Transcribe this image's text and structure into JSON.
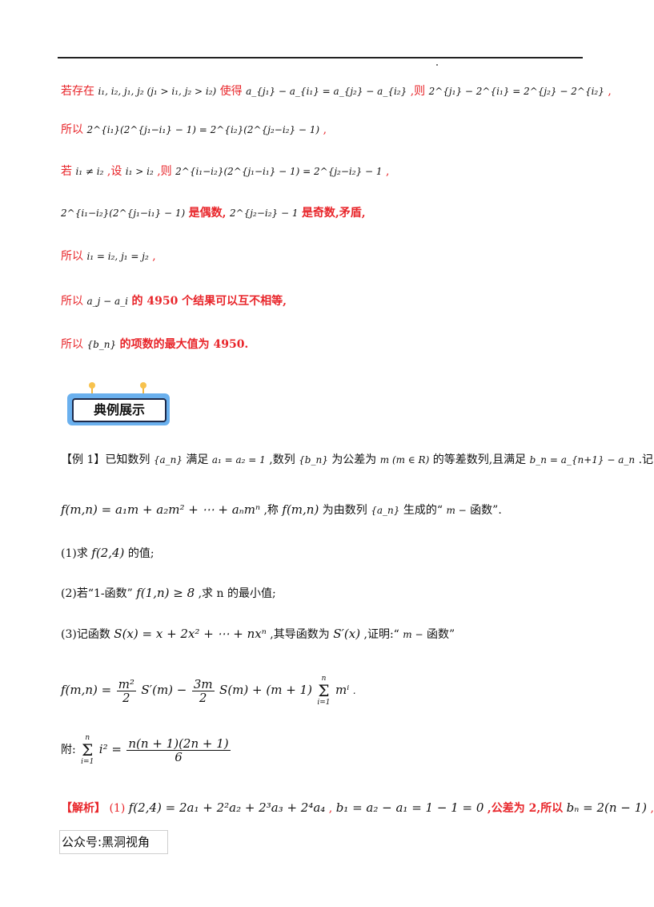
{
  "solution": {
    "l1_a": "若存在",
    "l1_m1": "i₁, i₂, j₁, j₂ (j₁ > i₁, j₂ > i₂)",
    "l1_b": "使得",
    "l1_m2": "a_{j₁} − a_{i₁} = a_{j₂} − a_{i₂}",
    "l1_c": ",则",
    "l1_m3": "2^{j₁} − 2^{i₁} = 2^{j₂} − 2^{i₂}",
    "l1_d": ",",
    "l2_a": "所以",
    "l2_m": "2^{i₁}(2^{j₁−i₁} − 1) = 2^{i₂}(2^{j₂−i₂} − 1)",
    "l2_b": ",",
    "l3_a": "若",
    "l3_m1": "i₁ ≠ i₂",
    "l3_b": ",设",
    "l3_m2": "i₁ > i₂",
    "l3_c": ",则",
    "l3_m3": "2^{i₁−i₂}(2^{j₁−i₁} − 1) = 2^{j₂−i₂} − 1",
    "l3_d": ",",
    "l4_m1": "2^{i₁−i₂}(2^{j₁−i₁} − 1)",
    "l4_a": "是偶数,",
    "l4_m2": "2^{j₂−i₂} − 1",
    "l4_b": "是奇数,矛盾,",
    "l5_a": "所以",
    "l5_m": "i₁ = i₂, j₁ = j₂",
    "l5_b": ",",
    "l6_a": "所以",
    "l6_m": "a_j − a_i",
    "l6_b": "的 4950 个结果可以互不相等,",
    "l7_a": "所以",
    "l7_m": "{b_n}",
    "l7_b": "的项数的最大值为 4950."
  },
  "badge": {
    "label": "典例展示"
  },
  "example": {
    "tag": "【例 1】",
    "t1": "已知数列",
    "m_an": "{a_n}",
    "t2": "满足",
    "m_init": "a₁ = a₂ = 1",
    "t3": ",数列",
    "m_bn": "{b_n}",
    "t4": "为公差为",
    "m_m": "m (m ∈ R)",
    "t5": "的等差数列,且满足",
    "m_rel": "b_n = a_{n+1} − a_n",
    "t6": ".记",
    "m_f": "f(m,n) = a₁m + a₂m² + ⋯ + aₙmⁿ",
    "t7": ",称",
    "m_f2": "f(m,n)",
    "t8": "为由数列",
    "m_an2": "{a_n}",
    "t9": "生成的“",
    "m_mf": "m −",
    "t10": "函数”.",
    "q1_a": "(1)求",
    "q1_m": "f(2,4)",
    "q1_b": "的值;",
    "q2_a": "(2)若“1-函数”",
    "q2_m": "f(1,n) ≥ 8",
    "q2_b": ",求 n 的最小值;",
    "q3_a": "(3)记函数",
    "q3_m1": "S(x) = x + 2x² + ⋯ + nxⁿ",
    "q3_b": ",其导函数为",
    "q3_m2": "S′(x)",
    "q3_c": ",证明:“",
    "q3_m3": "m −",
    "q3_d": "函数”",
    "eq_lhs": "f(m,n) =",
    "eq_frac1_num": "m²",
    "eq_frac1_den": "2",
    "eq_mid1": "S′(m) −",
    "eq_frac2_num": "3m",
    "eq_frac2_den": "2",
    "eq_mid2": "S(m) + (m + 1)",
    "eq_sum_top": "n",
    "eq_sum_bot": "i=1",
    "eq_tail": "mⁱ",
    "eq_end": ".",
    "fu_a": "附:",
    "fu_sum_top": "n",
    "fu_sum_bot": "i=1",
    "fu_mid": "i² =",
    "fu_num": "n(n + 1)(2n + 1)",
    "fu_den": "6"
  },
  "analysis": {
    "tag": "【解析】",
    "a1": "(1)",
    "m1": "f(2,4) = 2a₁ + 2²a₂ + 2³a₃ + 2⁴a₄",
    "a2": ",",
    "m2": "b₁ = a₂ − a₁ = 1 − 1 = 0",
    "a3": ",公差为 2,所以",
    "m3": "bₙ = 2(n − 1)",
    "a4": ","
  },
  "footer": {
    "label": "公众号:黑洞视角"
  }
}
